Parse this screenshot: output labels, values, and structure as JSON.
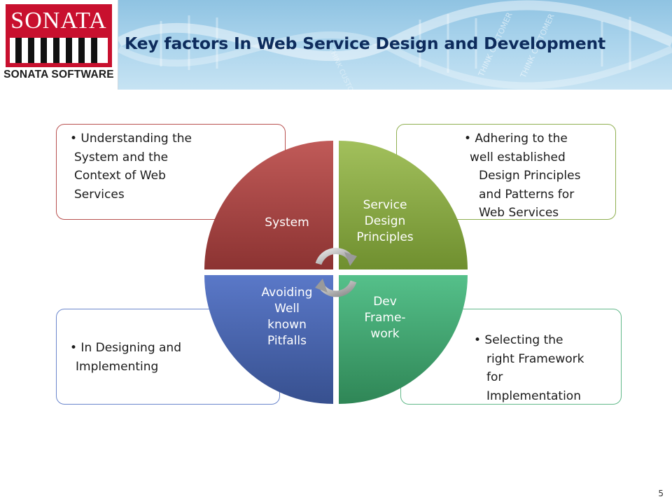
{
  "header": {
    "logo_text": "SONATA",
    "logo_subtitle": "SONATA SOFTWARE",
    "title": "Key factors In Web Service Design and Development",
    "background_watermark": "THINK CUSTOMER"
  },
  "quadrants": {
    "top_left": "System",
    "top_right": [
      "Service",
      "Design",
      "Principles"
    ],
    "bottom_left": [
      "Avoiding",
      "Well",
      "known",
      "Pitfalls"
    ],
    "bottom_right": [
      "Dev",
      "Frame-",
      "work"
    ]
  },
  "notes": {
    "top_left": [
      "• Understanding the",
      "System and the",
      "Context of Web",
      "Services"
    ],
    "top_right": [
      "• Adhering to the",
      "well established",
      "Design Principles",
      "and Patterns for",
      "Web Services"
    ],
    "bottom_left": [
      "• In Designing and",
      "Implementing"
    ],
    "bottom_right": [
      "•  Selecting the",
      "right Framework",
      "for",
      "Implementation"
    ]
  },
  "colors": {
    "system": "#a84846",
    "service_design": "#7fa03a",
    "avoiding": "#4a63b0",
    "dev_framework": "#3aa066",
    "title": "#0d2b5c",
    "logo_red": "#c8102e"
  },
  "page_number": "5"
}
